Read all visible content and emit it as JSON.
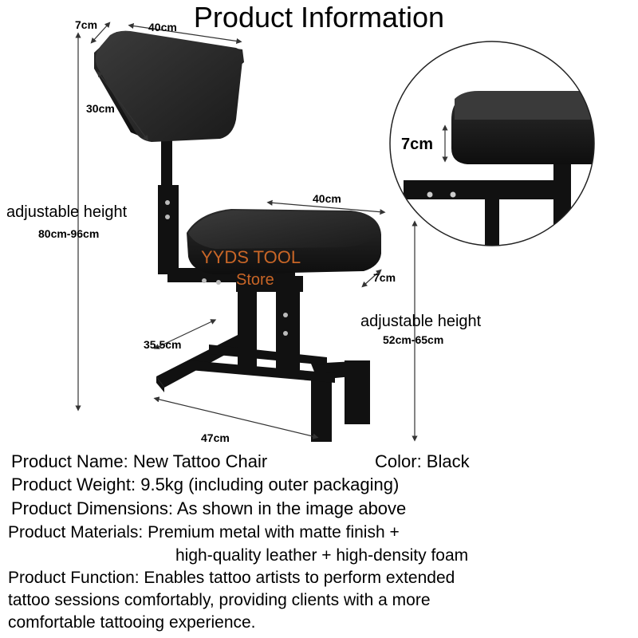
{
  "title": "Product Information",
  "dims": {
    "armrest_thickness": "7cm",
    "armrest_width": "40cm",
    "armrest_depth": "30cm",
    "total_height_label": "adjustable height",
    "total_height_range": "80cm-96cm",
    "seat_width": "40cm",
    "seat_thickness": "7cm",
    "seat_height_label": "adjustable height",
    "seat_height_range": "52cm-65cm",
    "base_depth": "35.5cm",
    "base_width": "47cm",
    "zoom_thickness": "7cm"
  },
  "watermark": {
    "line1": "YYDS TOOL",
    "line2": "Store"
  },
  "info": {
    "name": "Product Name: New Tattoo Chair",
    "color": "Color: Black",
    "weight": "Product Weight: 9.5kg (including outer packaging)",
    "dimensions": "Product Dimensions: As shown in the image above",
    "materials_1": "Product Materials: Premium metal with matte finish +",
    "materials_2": "high-quality leather + high-density foam",
    "function_1": "Product Function: Enables tattoo artists to perform extended",
    "function_2": "tattoo sessions comfortably, providing clients with a more",
    "function_3": "comfortable tattooing experience."
  },
  "colors": {
    "frame": "#111111",
    "cushion": "#2a2a2a",
    "watermark": "#e8742a"
  }
}
